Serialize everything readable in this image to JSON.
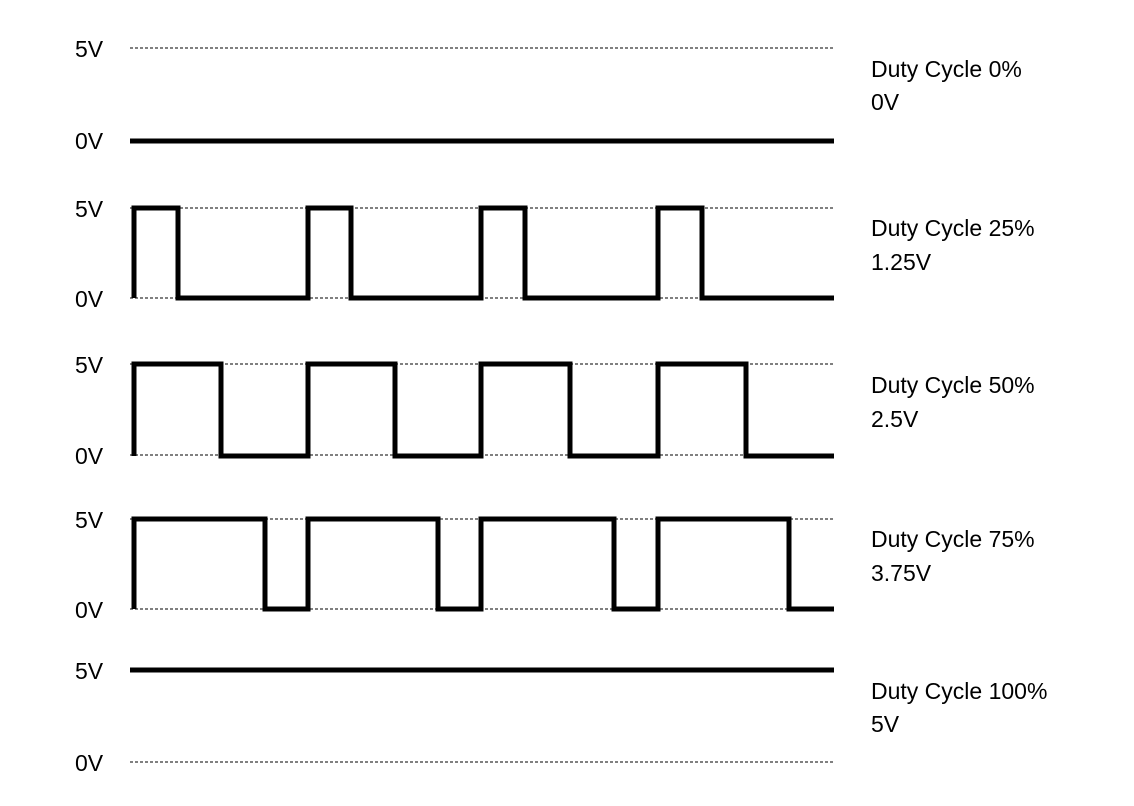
{
  "colors": {
    "background": "#ffffff",
    "ink": "#000000"
  },
  "rows": [
    {
      "high_label": "5V",
      "low_label": "0V",
      "title": "Duty Cycle 0%",
      "average": "0V",
      "duty": 0
    },
    {
      "high_label": "5V",
      "low_label": "0V",
      "title": "Duty Cycle 25%",
      "average": "1.25V",
      "duty": 0.25
    },
    {
      "high_label": "5V",
      "low_label": "0V",
      "title": "Duty Cycle 50%",
      "average": "2.5V",
      "duty": 0.5
    },
    {
      "high_label": "5V",
      "low_label": "0V",
      "title": "Duty Cycle 75%",
      "average": "3.75V",
      "duty": 0.75
    },
    {
      "high_label": "5V",
      "low_label": "0V",
      "title": "Duty Cycle 100%",
      "average": "5V",
      "duty": 1
    }
  ]
}
